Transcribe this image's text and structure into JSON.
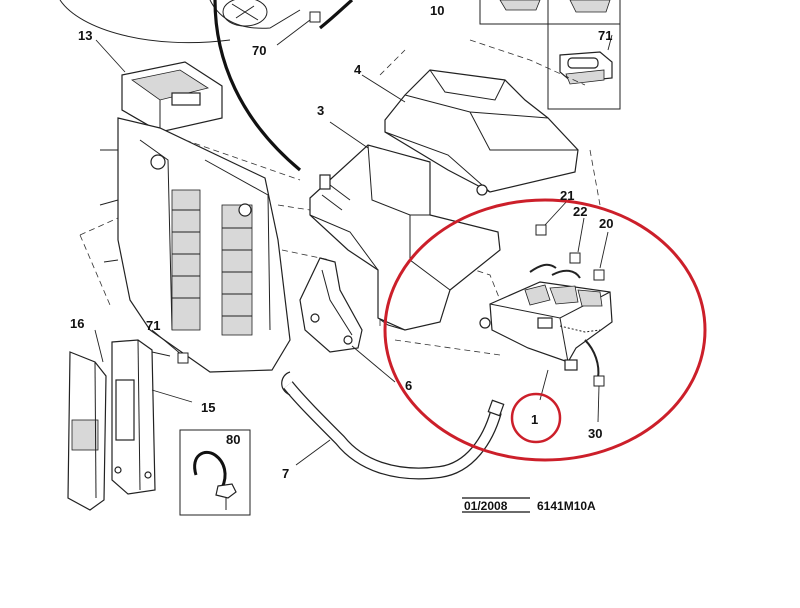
{
  "diagram": {
    "labels": {
      "l1": "1",
      "l3": "3",
      "l4": "4",
      "l6": "6",
      "l7": "7",
      "l10": "10",
      "l13": "13",
      "l15": "15",
      "l16": "16",
      "l20": "20",
      "l21": "21",
      "l22": "22",
      "l30": "30",
      "l70": "70",
      "l71_top": "71",
      "l71_left": "71",
      "l80": "80"
    },
    "footer": {
      "date": "01/2008",
      "ref": "6141M10A"
    },
    "colors": {
      "highlight": "#cc1f2a",
      "line": "#222222"
    }
  }
}
